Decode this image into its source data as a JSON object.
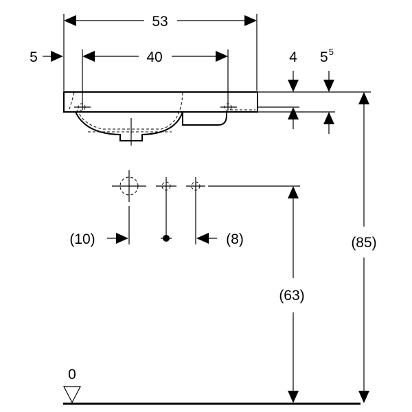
{
  "diagram": {
    "type": "technical-dimension-drawing",
    "subject": "washbasin",
    "colors": {
      "line": "#000000",
      "background": "#ffffff"
    },
    "dimensions": {
      "overall_width": "53",
      "tap_spacing": "40",
      "left_offset": "5",
      "rim_thickness": "4",
      "edge_height_base": "5",
      "edge_height_sup": "5",
      "left_connection": "(10)",
      "right_connection": "(8)",
      "connection_height": "(63)",
      "overall_height": "(85)",
      "floor_level": "0"
    }
  }
}
